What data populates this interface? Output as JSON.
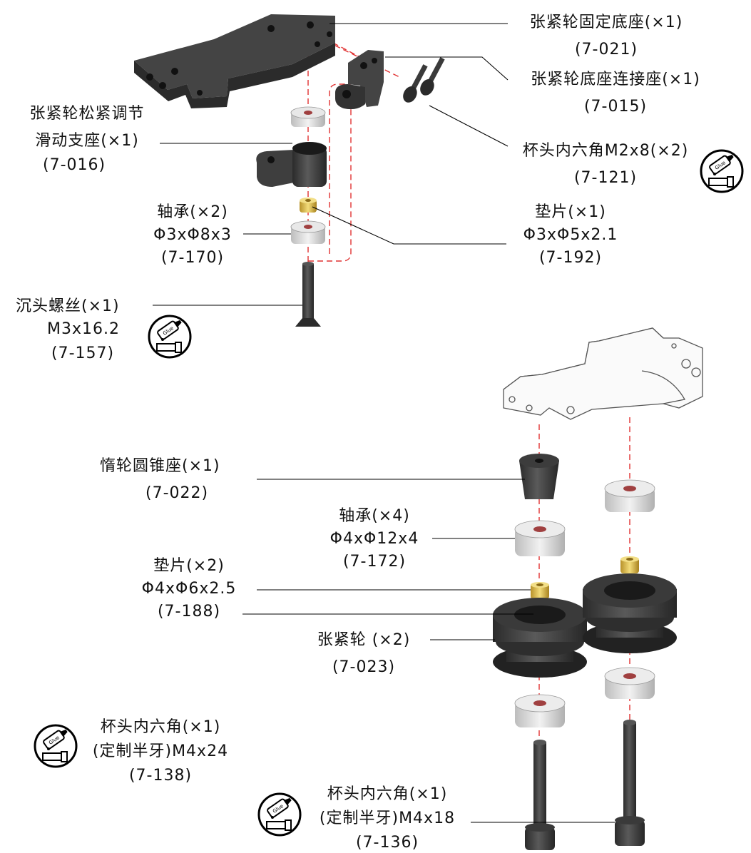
{
  "labels": {
    "base": {
      "name": "张紧轮固定底座(×1)",
      "code": "(7-021)"
    },
    "connector": {
      "name": "张紧轮底座连接座(×1)",
      "code": "(7-015)"
    },
    "screw_m2": {
      "name": "杯头内六角M2x8(×2)",
      "code": "(7-121)"
    },
    "slider": {
      "name1": "张紧轮松紧调节",
      "name2": "滑动支座(×1)",
      "code": "(7-016)"
    },
    "bearing_a": {
      "name": "轴承(×2)",
      "spec": "Φ3xΦ8x3",
      "code": "(7-170)"
    },
    "shim_a": {
      "name": "垫片(×1)",
      "spec": "Φ3xΦ5x2.1",
      "code": "(7-192)"
    },
    "csk_screw": {
      "name": "沉头螺丝(×1)",
      "spec": "M3x16.2",
      "code": "(7-157)"
    },
    "cone_seat": {
      "name": "惰轮圆锥座(×1)",
      "code": "(7-022)"
    },
    "bearing_b": {
      "name": "轴承(×4)",
      "spec": "Φ4xΦ12x4",
      "code": "(7-172)"
    },
    "shim_b": {
      "name": "垫片(×2)",
      "spec": "Φ4xΦ6x2.5",
      "code": "(7-188)"
    },
    "idler": {
      "name": "张紧轮 (×2)",
      "code": "(7-023)"
    },
    "screw_m4_24": {
      "name": "杯头内六角(×1)",
      "spec": "(定制半牙)M4x24",
      "code": "(7-138)"
    },
    "screw_m4_18": {
      "name": "杯头内六角(×1)",
      "spec": "(定制半牙)M4x18",
      "code": "(7-136)"
    }
  },
  "glue_text": "Glue",
  "colors": {
    "part_dark": "#3a3a3a",
    "part_light": "#d6d6d6",
    "brass": "#d9b94a",
    "guide": "#e03030",
    "leader": "#000000"
  }
}
